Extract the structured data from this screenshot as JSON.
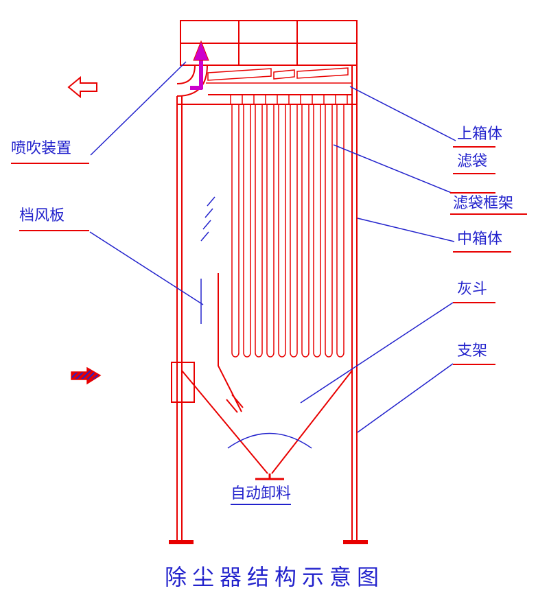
{
  "diagram": {
    "title": "除尘器结构示意图",
    "labels": {
      "blow_device": "喷吹装置",
      "baffle": "档风板",
      "upper_box": "上箱体",
      "filter_bag": "滤袋",
      "bag_cage": "滤袋框架",
      "middle_box": "中箱体",
      "ash_hopper": "灰斗",
      "support": "支架",
      "auto_discharge": "自动卸料"
    },
    "icons": {
      "outlet_arrow": "left-pointing hollow flow arrow (clean gas outlet)",
      "inlet_arrow": "right-pointing hatched flow arrow (dirty gas inlet)",
      "pulse_arrow": "upward magenta arrow (pulse-jet blowing flow)"
    },
    "colors": {
      "structure_red": "#e80000",
      "annotation_blue": "#2222cc",
      "flow_magenta": "#cc00cc",
      "background": "#ffffff"
    }
  }
}
